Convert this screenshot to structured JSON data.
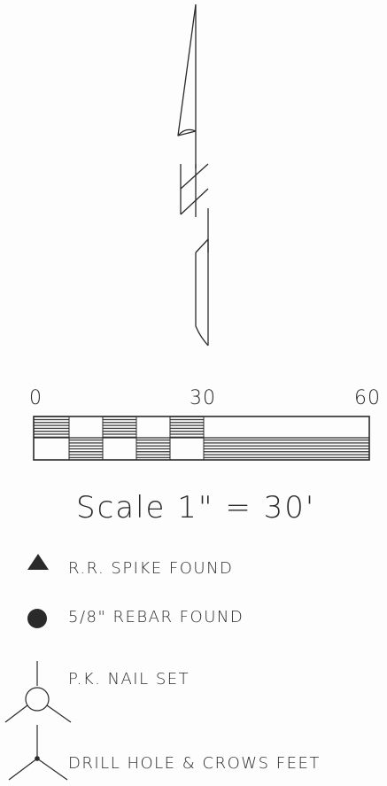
{
  "scale_bar": {
    "tick_labels": [
      "0",
      "30",
      "60"
    ],
    "caption": "Scale 1\" = 30'"
  },
  "legend": [
    {
      "symbol": "filled-triangle",
      "label": "R.R. SPIKE FOUND"
    },
    {
      "symbol": "filled-circle",
      "label": "5/8\" REBAR FOUND"
    },
    {
      "symbol": "open-circle-with-legs",
      "label": "P.K. NAIL SET"
    },
    {
      "symbol": "dot-with-legs",
      "label": "DRILL HOLE & CROWS FEET"
    }
  ],
  "colors": {
    "ink": "#2a2a2a",
    "paper": "#fdfdfd"
  }
}
